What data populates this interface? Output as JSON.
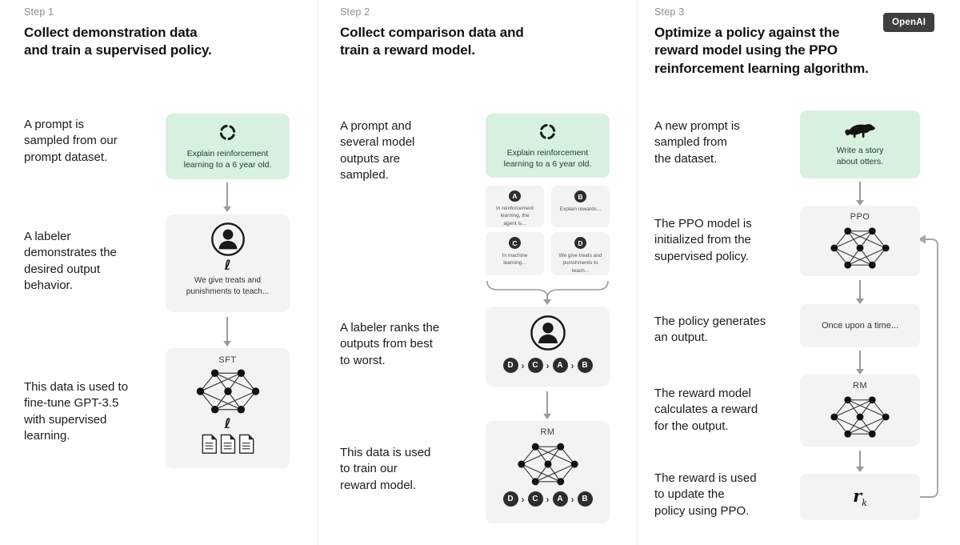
{
  "brand_badge": {
    "label": "OpenAI",
    "bg": "#3f3f3f",
    "color": "#ffffff"
  },
  "colors": {
    "prompt_box_green": "#d8f1de",
    "diagram_box_gray": "#f3f3f3",
    "arrow_gray": "#9b9b9b",
    "chip_dark": "#2d2d2d"
  },
  "icons": {
    "pen_glyph": "ℓ",
    "rank_separator": "›",
    "names": [
      "cycle-icon",
      "labeler-person-icon",
      "pen-icon",
      "documents-icon",
      "neural-network-icon",
      "otter-icon"
    ]
  },
  "steps": [
    {
      "label": "Step 1",
      "title": "Collect demonstration data\nand train a supervised policy.",
      "captions": [
        "A prompt is\nsampled from our\nprompt dataset.",
        "A labeler\ndemonstrates the\ndesired output\nbehavior.",
        "This data is used to\nfine-tune GPT-3.5\nwith supervised\nlearning."
      ],
      "prompt_box": "Explain reinforcement\nlearning to a 6 year old.",
      "labeler_box": "We give treats and\npunishments to teach...",
      "model_label": "SFT"
    },
    {
      "label": "Step 2",
      "title": "Collect comparison data and\ntrain a reward model.",
      "captions": [
        "A prompt and\nseveral model\noutputs are\nsampled.",
        "A labeler ranks the\noutputs from best\nto worst.",
        "This data is used\nto train our\nreward model."
      ],
      "prompt_box": "Explain reinforcement\nlearning to a 6 year old.",
      "outputs": [
        {
          "letter": "A",
          "text": "In reinforcement\nlearning, the\nagent is..."
        },
        {
          "letter": "B",
          "text": "Explain rewards..."
        },
        {
          "letter": "C",
          "text": "In machine\nlearning..."
        },
        {
          "letter": "D",
          "text": "We give treats and\npunishments to\nteach..."
        }
      ],
      "ranking": [
        "D",
        "C",
        "A",
        "B"
      ],
      "model_label": "RM"
    },
    {
      "label": "Step 3",
      "title": "Optimize a policy against the\nreward model using the PPO\nreinforcement learning algorithm.",
      "captions": [
        "A new prompt is\nsampled from\nthe dataset.",
        "The PPO model is\ninitialized from the\nsupervised policy.",
        "The policy generates\nan output.",
        "The reward model\ncalculates a reward\nfor the output.",
        "The reward is used\nto update the\npolicy using PPO."
      ],
      "prompt_box": "Write a story\nabout otters.",
      "ppo_label": "PPO",
      "output_box": "Once upon a time...",
      "rm_label": "RM",
      "reward": {
        "base": "r",
        "sub": "k"
      }
    }
  ]
}
